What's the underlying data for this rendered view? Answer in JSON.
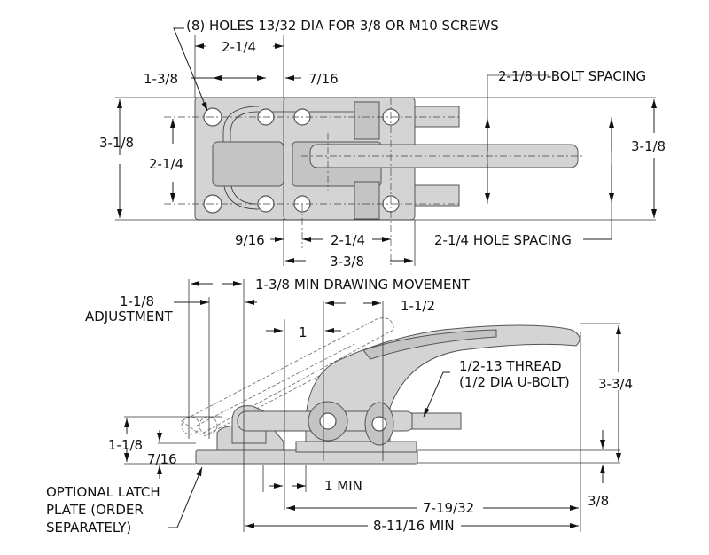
{
  "top_view": {
    "holes_note": "(8) HOLES 13/32 DIA FOR 3/8 OR M10 SCREWS",
    "dim_2_1_4_top": "2-1/4",
    "dim_1_3_8": "1-3/8",
    "dim_7_16": "7/16",
    "ubolt_spacing": "2-1/8 U-BOLT SPACING",
    "dim_3_1_8_left": "3-1/8",
    "dim_2_1_4_left": "2-1/4",
    "dim_3_1_8_right": "3-1/8",
    "dim_9_16": "9/16",
    "dim_2_1_4_bottom": "2-1/4",
    "hole_spacing": "2-1/4 HOLE SPACING",
    "dim_3_3_8": "3-3/8"
  },
  "side_view": {
    "drawing_movement": "1-3/8 MIN DRAWING MOVEMENT",
    "adjustment_value": "1-1/8",
    "adjustment_label": "ADJUSTMENT",
    "dim_1_1_2": "1-1/2",
    "dim_1": "1",
    "thread_line1": "1/2-13 THREAD",
    "thread_line2": "(1/2 DIA U-BOLT)",
    "dim_3_3_4": "3-3/4",
    "dim_1_1_8_height": "1-1/8",
    "dim_7_16": "7/16",
    "dim_1_min": "1 MIN",
    "dim_3_8": "3/8",
    "latch_line1": "OPTIONAL LATCH",
    "latch_line2": "PLATE (ORDER",
    "latch_line3": "SEPARATELY)",
    "dim_7_19_32": "7-19/32",
    "dim_8_11_16": "8-11/16 MIN"
  }
}
